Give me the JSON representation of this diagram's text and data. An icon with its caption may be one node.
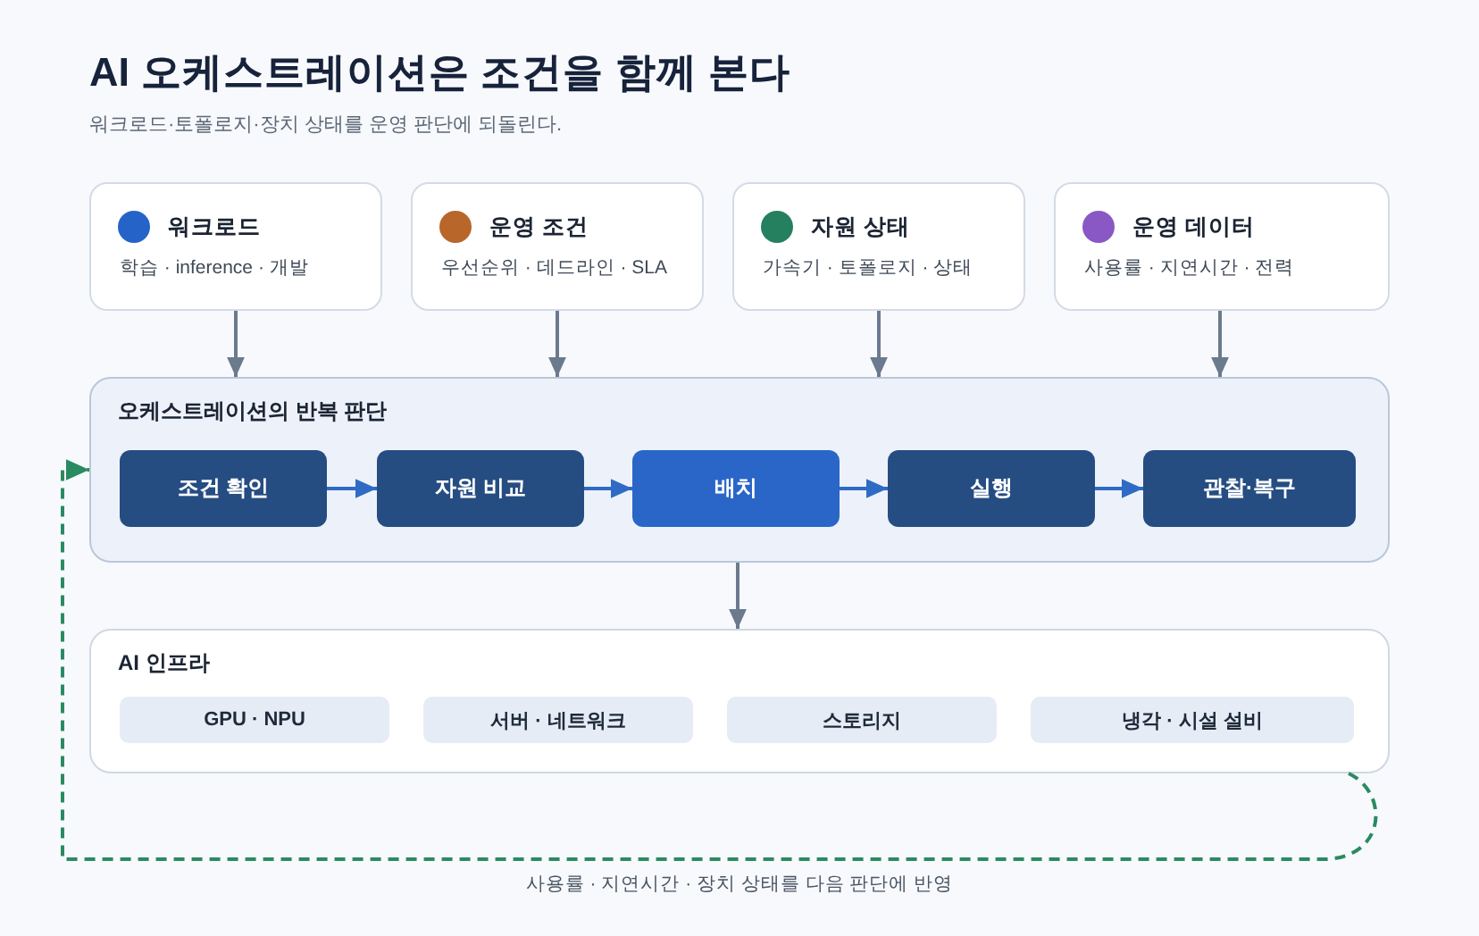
{
  "diagram": {
    "title": "AI 오케스트레이션은 조건을 함께 본다",
    "nodes": [
      {
        "text": [
          "워크로드",
          "학습 · inference · 개발"
        ]
      },
      {
        "text": [
          "운영 조건",
          "우선순위 · 데드라인 · SLA"
        ]
      },
      {
        "text": [
          "자원 상태",
          "가속기 · 토폴로지 · 상태"
        ]
      },
      {
        "text": [
          "운영 데이터",
          "사용률 · 지연시간 · 전력"
        ]
      },
      {
        "text": [
          "오케스트레이션의 반복 판단"
        ]
      },
      {
        "text": [
          "조건 확인"
        ],
        "in": 4
      },
      {
        "text": [
          "자원 비교"
        ],
        "in": 4
      },
      {
        "text": [
          "배치"
        ],
        "in": 4
      },
      {
        "text": [
          "실행"
        ],
        "in": 4
      },
      {
        "text": [
          "관찰·복구"
        ],
        "in": 4
      },
      {
        "text": [
          "AI 인프라"
        ]
      },
      {
        "text": [
          "GPU · NPU"
        ],
        "in": 10
      },
      {
        "text": [
          "서버 · 네트워크"
        ],
        "in": 10
      },
      {
        "text": [
          "스토리지"
        ],
        "in": 10
      },
      {
        "text": [
          "냉각 · 시설 설비"
        ],
        "in": 10
      }
    ],
    "edges": [
      {
        "from": 0,
        "to": 4,
        "arrow": "to"
      },
      {
        "from": 1,
        "to": 4,
        "arrow": "to"
      },
      {
        "from": 2,
        "to": 4,
        "arrow": "to"
      },
      {
        "from": 3,
        "to": 4,
        "arrow": "to"
      },
      {
        "from": 5,
        "to": 6,
        "arrow": "to",
        "color": "#2f6bc4"
      },
      {
        "from": 6,
        "to": 7,
        "arrow": "to",
        "color": "#2f6bc4"
      },
      {
        "from": 7,
        "to": 8,
        "arrow": "to",
        "color": "#2f6bc4"
      },
      {
        "from": 8,
        "to": 9,
        "arrow": "to",
        "color": "#2f6bc4"
      },
      {
        "from": 4,
        "to": 10,
        "arrow": "to"
      },
      {
        "from": 10,
        "to": 4,
        "arrow": "to",
        "label": "사용률 · 지연시간 · 장치 상태를 다음 판단에 반영",
        "style": "dashed",
        "color": "#2a8a62"
      }
    ],
    "labels": [
      "워크로드·토폴로지·장치 상태를 운영 판단에 되돌린다."
    ]
  }
}
